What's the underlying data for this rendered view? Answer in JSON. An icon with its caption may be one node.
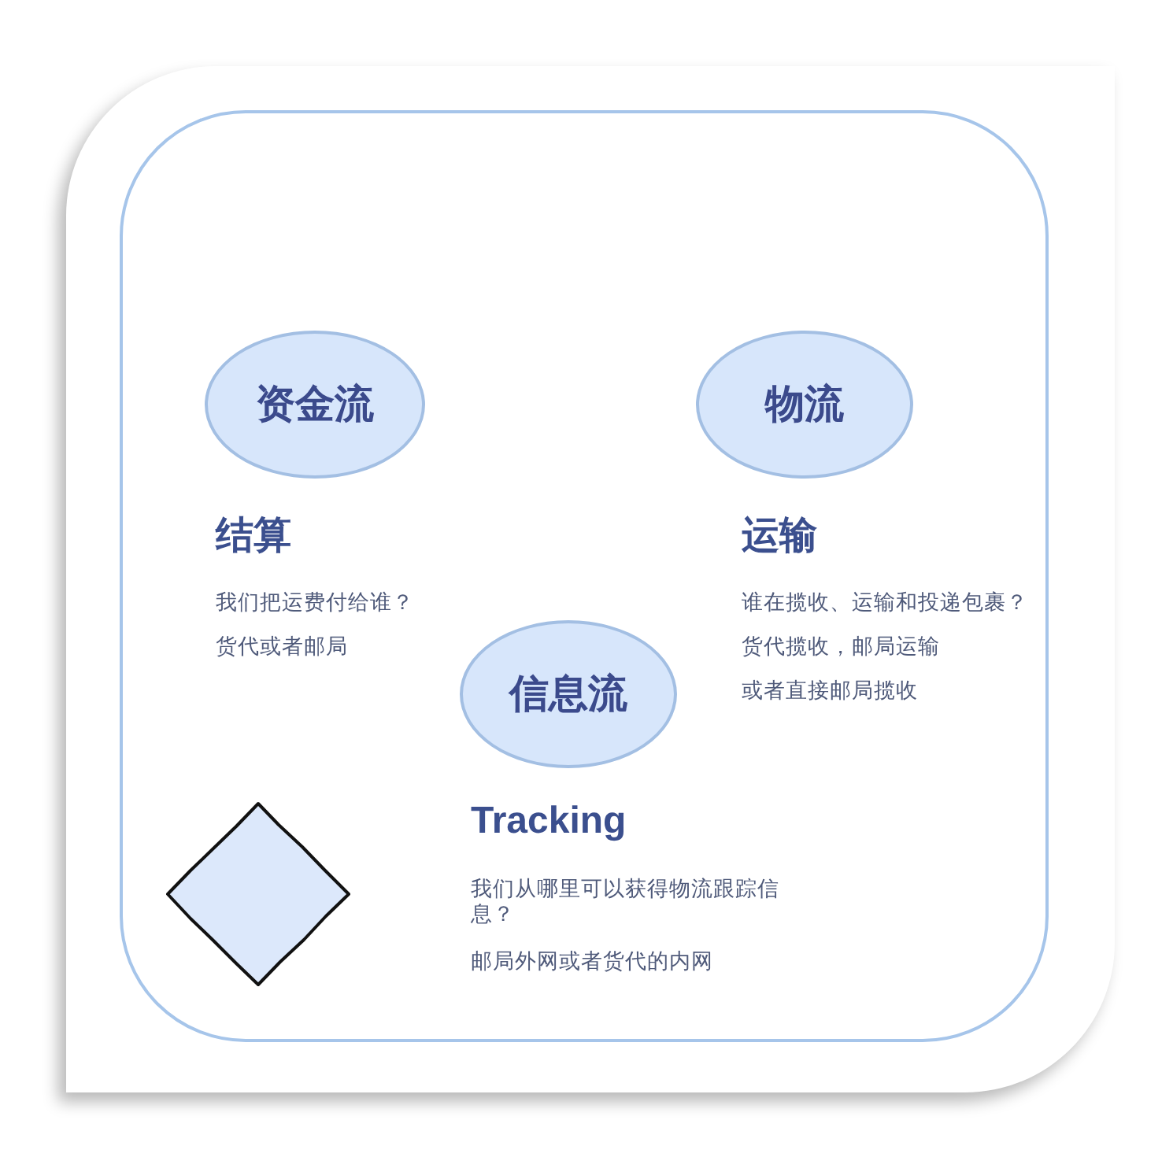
{
  "diagram": {
    "nodes": [
      {
        "text": [],
        "shape": "box"
      },
      {
        "text": [
          "资金流"
        ],
        "in": 0,
        "beside": [
          "结算",
          "我们把运费付给谁？",
          "货代或者邮局"
        ]
      },
      {
        "text": [
          "物流"
        ],
        "in": 0,
        "beside": [
          "运输",
          "谁在揽收、运输和投递包裹？",
          "货代揽收，邮局运输",
          "或者直接邮局揽收"
        ]
      },
      {
        "text": [
          "信息流"
        ],
        "in": 0,
        "beside": [
          "Tracking",
          "我们从哪里可以获得物流跟踪信息？",
          "邮局外网或者货代的内网"
        ]
      },
      {
        "text": [],
        "shape": "diamond",
        "in": 0
      }
    ]
  }
}
